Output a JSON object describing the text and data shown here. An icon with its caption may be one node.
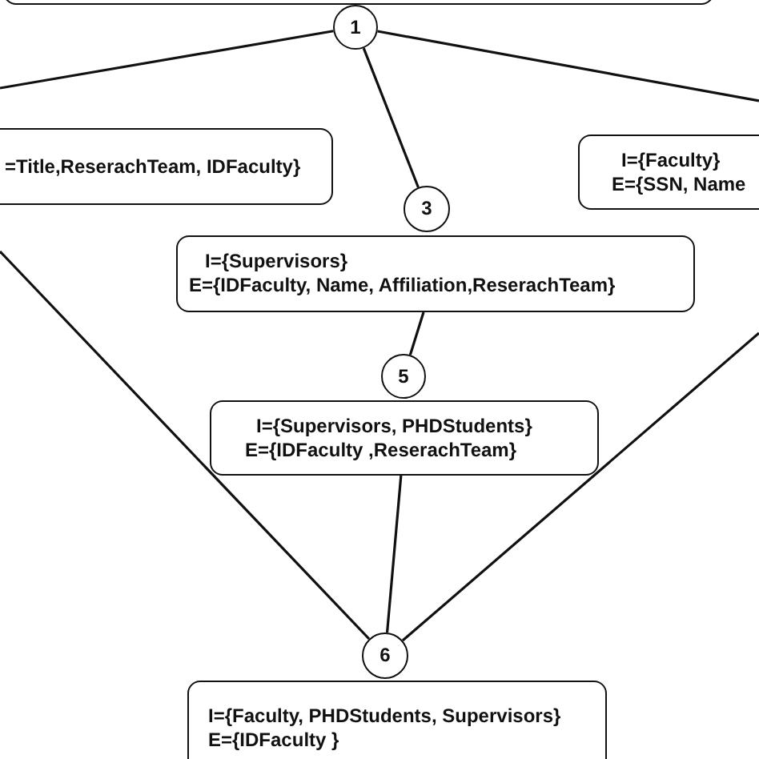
{
  "diagram": {
    "nodes": [
      {
        "text": [],
        "shape": "box"
      },
      {
        "text": [
          "1"
        ]
      },
      {
        "text": [
          "=Title,ReserachTeam, IDFaculty}"
        ]
      },
      {
        "text": [
          "I={Faculty}",
          "E={SSN, Name"
        ]
      },
      {
        "text": [
          "3"
        ]
      },
      {
        "text": [
          "I={Supervisors}",
          "E={IDFaculty, Name, Affiliation,ReserachTeam}"
        ]
      },
      {
        "text": [
          "5"
        ]
      },
      {
        "text": [
          "I={Supervisors, PHDStudents}",
          "E={IDFaculty ,ReserachTeam}"
        ]
      },
      {
        "text": [
          "6"
        ]
      },
      {
        "text": [
          "I={Faculty, PHDStudents, Supervisors}",
          "E={IDFaculty }"
        ]
      }
    ],
    "edges": [
      {
        "from": 1,
        "to": null,
        "arrow": "none"
      },
      {
        "from": 1,
        "to": 4,
        "arrow": "none"
      },
      {
        "from": 1,
        "to": null,
        "arrow": "none"
      },
      {
        "from": 5,
        "to": 6,
        "arrow": "none"
      },
      {
        "from": 7,
        "to": 8,
        "arrow": "none"
      },
      {
        "from": null,
        "to": 8,
        "arrow": "none"
      },
      {
        "from": null,
        "to": 8,
        "arrow": "none"
      }
    ]
  }
}
